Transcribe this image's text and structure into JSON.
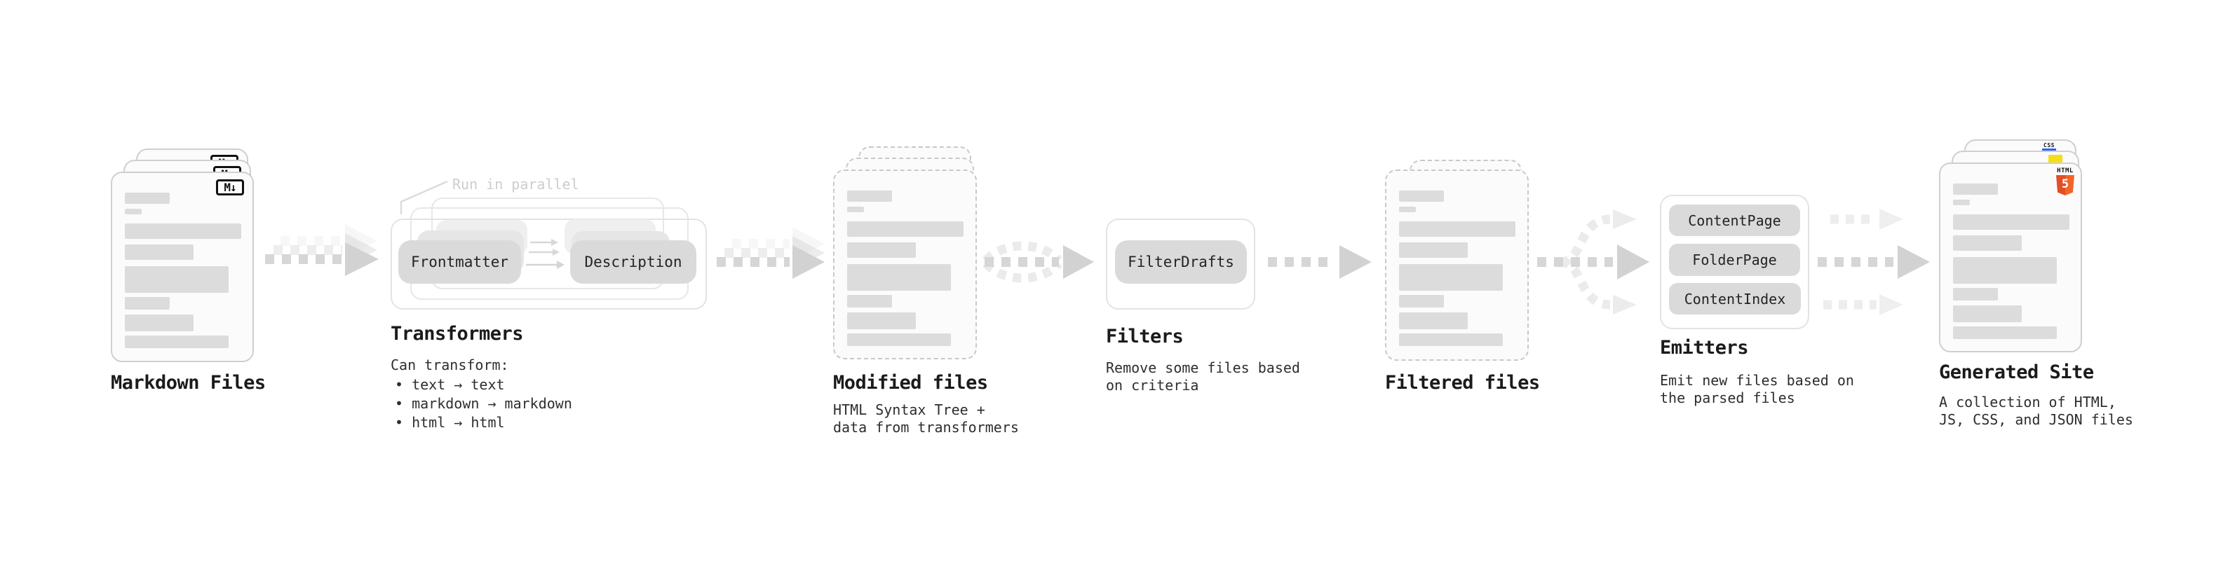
{
  "diagram": {
    "stages": [
      {
        "title": "Markdown Files",
        "badge": "M↓"
      },
      {
        "title": "Transformers",
        "annotation": "Run in parallel",
        "source_button": "Frontmatter",
        "target_button": "Description",
        "description": "Can transform:",
        "bullets": [
          "• text → text",
          "• markdown → markdown",
          "• html → html"
        ]
      },
      {
        "title": "Modified files",
        "description_lines": [
          "HTML Syntax Tree +",
          "data from transformers"
        ]
      },
      {
        "title": "Filters",
        "button": "FilterDrafts",
        "description_lines": [
          "Remove some files based",
          "on criteria"
        ]
      },
      {
        "title": "Filtered files"
      },
      {
        "title": "Emitters",
        "buttons": [
          "ContentPage",
          "FolderPage",
          "ContentIndex"
        ],
        "description_lines": [
          "Emit new files based on",
          "the parsed files"
        ]
      },
      {
        "title": "Generated Site",
        "badges": {
          "css": "CSS",
          "html_word": "HTML",
          "html_number": "5"
        },
        "description_lines": [
          "A collection of HTML,",
          "JS, CSS, and JSON files"
        ]
      }
    ],
    "colors": {
      "html5_orange": "#e44d26",
      "html5_orange_light": "#f16529",
      "js_yellow": "#f5de19",
      "css_blue": "#2965f1",
      "arrow_gray": "#d6d6d6",
      "button_gray": "#dadada"
    }
  }
}
